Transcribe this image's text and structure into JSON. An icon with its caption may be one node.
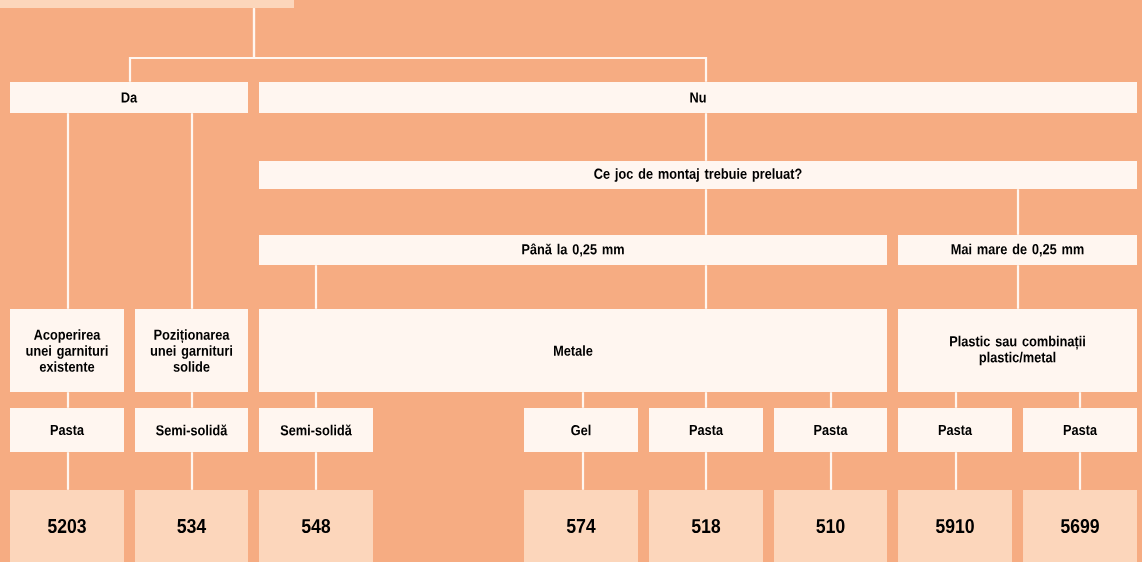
{
  "diagram": {
    "nodes": [
      {
        "text": [],
        "shape": "box"
      },
      {
        "text": [
          "Da"
        ]
      },
      {
        "text": [
          "Nu"
        ]
      },
      {
        "text": [
          "Ce joc de montaj trebuie preluat?"
        ]
      },
      {
        "text": [
          "Până la 0,25 mm"
        ]
      },
      {
        "text": [
          "Mai mare de 0,25 mm"
        ]
      },
      {
        "text": [
          "Acoperirea unei garnituri existente"
        ]
      },
      {
        "text": [
          "Poziționarea unei garnituri solide"
        ]
      },
      {
        "text": [
          "Metale"
        ]
      },
      {
        "text": [
          "Plastic sau combinații plastic/metal"
        ]
      },
      {
        "text": [
          "Pasta"
        ]
      },
      {
        "text": [
          "Semi-solidă"
        ]
      },
      {
        "text": [
          "Semi-solidă"
        ]
      },
      {
        "text": [
          "Gel"
        ]
      },
      {
        "text": [
          "Pasta"
        ]
      },
      {
        "text": [
          "Pasta"
        ]
      },
      {
        "text": [
          "Pasta"
        ]
      },
      {
        "text": [
          "Pasta"
        ]
      },
      {
        "text": [
          "5203"
        ]
      },
      {
        "text": [
          "534"
        ]
      },
      {
        "text": [
          "548"
        ]
      },
      {
        "text": [
          "574"
        ]
      },
      {
        "text": [
          "518"
        ]
      },
      {
        "text": [
          "510"
        ]
      },
      {
        "text": [
          "5910"
        ]
      },
      {
        "text": [
          "5699"
        ]
      }
    ],
    "edges": [
      {
        "from": 0,
        "to": 1,
        "arrow": "none"
      },
      {
        "from": 0,
        "to": 2,
        "arrow": "none"
      },
      {
        "from": 1,
        "to": 6,
        "arrow": "none"
      },
      {
        "from": 1,
        "to": 7,
        "arrow": "none"
      },
      {
        "from": 2,
        "to": 3,
        "arrow": "none"
      },
      {
        "from": 3,
        "to": 4,
        "arrow": "none"
      },
      {
        "from": 3,
        "to": 5,
        "arrow": "none"
      },
      {
        "from": 4,
        "to": 8,
        "arrow": "none"
      },
      {
        "from": 4,
        "to": 8,
        "arrow": "none"
      },
      {
        "from": 5,
        "to": 9,
        "arrow": "none"
      },
      {
        "from": 6,
        "to": 10,
        "arrow": "none"
      },
      {
        "from": 7,
        "to": 11,
        "arrow": "none"
      },
      {
        "from": 8,
        "to": 12,
        "arrow": "none"
      },
      {
        "from": 8,
        "to": 13,
        "arrow": "none"
      },
      {
        "from": 8,
        "to": 14,
        "arrow": "none"
      },
      {
        "from": 8,
        "to": 15,
        "arrow": "none"
      },
      {
        "from": 9,
        "to": 16,
        "arrow": "none"
      },
      {
        "from": 9,
        "to": 17,
        "arrow": "none"
      },
      {
        "from": 10,
        "to": 18,
        "arrow": "none"
      },
      {
        "from": 11,
        "to": 19,
        "arrow": "none"
      },
      {
        "from": 12,
        "to": 20,
        "arrow": "none"
      },
      {
        "from": 13,
        "to": 21,
        "arrow": "none"
      },
      {
        "from": 14,
        "to": 22,
        "arrow": "none"
      },
      {
        "from": 15,
        "to": 23,
        "arrow": "none"
      },
      {
        "from": 16,
        "to": 24,
        "arrow": "none"
      },
      {
        "from": 17,
        "to": 25,
        "arrow": "none"
      }
    ]
  }
}
